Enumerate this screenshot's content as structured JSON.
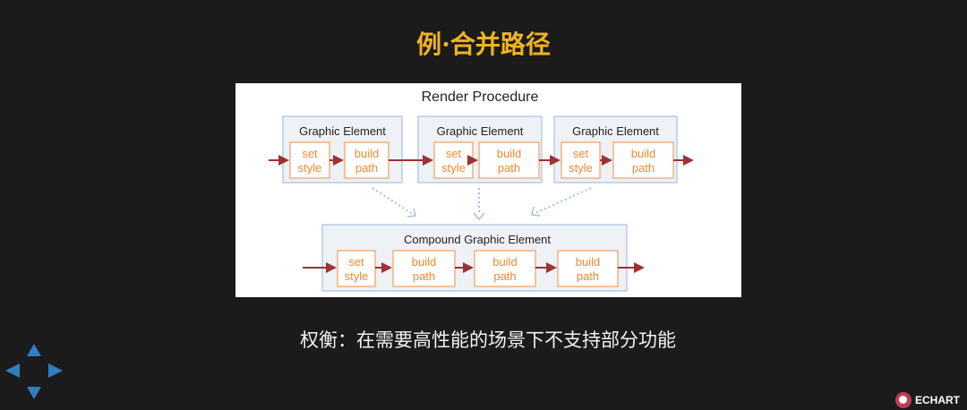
{
  "slide": {
    "title": "例·合并路径",
    "caption": "权衡：在需要高性能的场景下不支持部分功能",
    "logo_text": "ECHART",
    "accent_color": "#f0b323",
    "nav_color": "#2f7ec1"
  },
  "diagram": {
    "title": "Render Procedure",
    "graphic_elements": [
      {
        "label": "Graphic Element",
        "steps": [
          [
            "set",
            "style"
          ],
          [
            "build",
            "path"
          ]
        ]
      },
      {
        "label": "Graphic Element",
        "steps": [
          [
            "set",
            "style"
          ],
          [
            "build",
            "path"
          ]
        ]
      },
      {
        "label": "Graphic Element",
        "steps": [
          [
            "set",
            "style"
          ],
          [
            "build",
            "path"
          ]
        ]
      }
    ],
    "compound": {
      "label": "Compound Graphic Element",
      "steps": [
        [
          "set",
          "style"
        ],
        [
          "build",
          "path"
        ],
        [
          "build",
          "path"
        ],
        [
          "build",
          "path"
        ]
      ]
    }
  }
}
